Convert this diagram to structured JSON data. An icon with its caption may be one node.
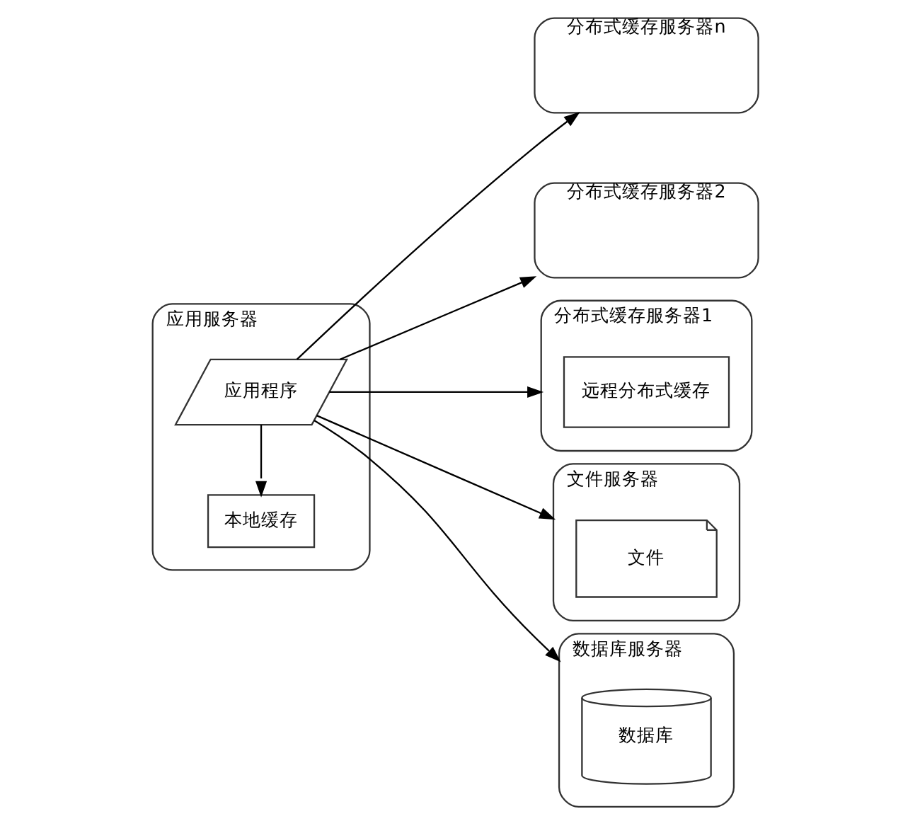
{
  "diagram": {
    "nodes": [
      {
        "text": [
          "分布式缓存服务器n"
        ]
      },
      {
        "text": [
          "分布式缓存服务器2"
        ]
      },
      {
        "text": [
          "分布式缓存服务器1"
        ]
      },
      {
        "text": [
          "远程分布式缓存"
        ],
        "in": 2
      },
      {
        "text": [
          "文件服务器"
        ]
      },
      {
        "text": [
          "文件"
        ],
        "in": 4
      },
      {
        "text": [
          "应用服务器"
        ]
      },
      {
        "text": [
          "应用程序"
        ],
        "in": 6
      },
      {
        "text": [
          "本地缓存"
        ],
        "in": 6
      },
      {
        "text": [
          "数据库服务器"
        ]
      },
      {
        "text": [
          "数据库"
        ],
        "in": 9
      }
    ],
    "edges": [
      {
        "from": 7,
        "to": 0,
        "arrow": "to"
      },
      {
        "from": 7,
        "to": 1,
        "arrow": "to"
      },
      {
        "from": 7,
        "to": 2,
        "arrow": "to"
      },
      {
        "from": 7,
        "to": 4,
        "arrow": "to"
      },
      {
        "from": 7,
        "to": 9,
        "arrow": "to"
      },
      {
        "from": 7,
        "to": 8,
        "arrow": "to"
      }
    ]
  }
}
